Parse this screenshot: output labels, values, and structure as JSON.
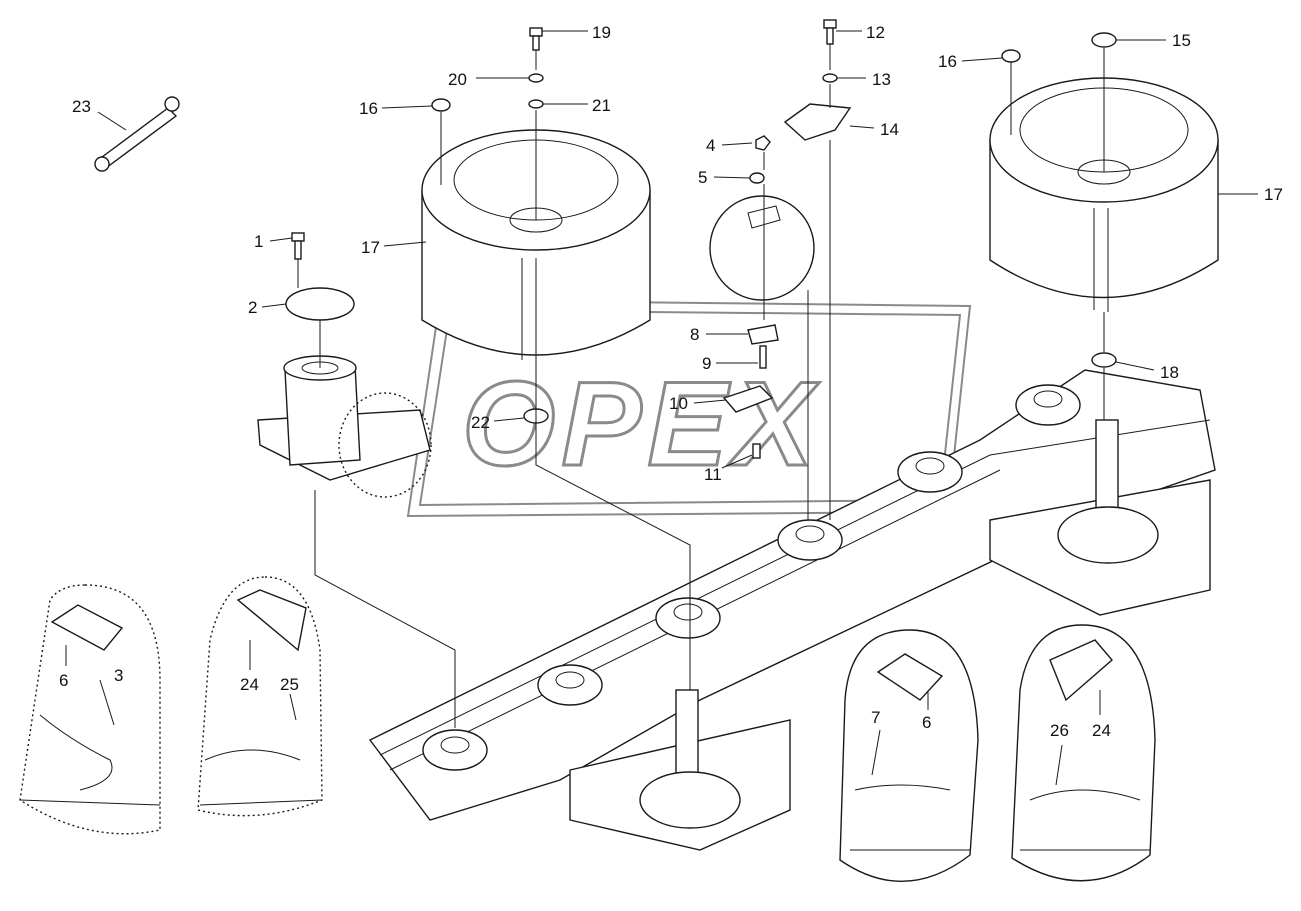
{
  "watermark": {
    "text": "OPEX"
  },
  "callouts": [
    {
      "id": "c1",
      "label": "1"
    },
    {
      "id": "c2",
      "label": "2"
    },
    {
      "id": "c3",
      "label": "3"
    },
    {
      "id": "c4",
      "label": "4"
    },
    {
      "id": "c5",
      "label": "5"
    },
    {
      "id": "c6a",
      "label": "6"
    },
    {
      "id": "c6b",
      "label": "6"
    },
    {
      "id": "c7",
      "label": "7"
    },
    {
      "id": "c8",
      "label": "8"
    },
    {
      "id": "c9",
      "label": "9"
    },
    {
      "id": "c10",
      "label": "10"
    },
    {
      "id": "c11",
      "label": "11"
    },
    {
      "id": "c12",
      "label": "12"
    },
    {
      "id": "c13",
      "label": "13"
    },
    {
      "id": "c14",
      "label": "14"
    },
    {
      "id": "c15",
      "label": "15"
    },
    {
      "id": "c16a",
      "label": "16"
    },
    {
      "id": "c16b",
      "label": "16"
    },
    {
      "id": "c17a",
      "label": "17"
    },
    {
      "id": "c17b",
      "label": "17"
    },
    {
      "id": "c18",
      "label": "18"
    },
    {
      "id": "c19",
      "label": "19"
    },
    {
      "id": "c20",
      "label": "20"
    },
    {
      "id": "c21",
      "label": "21"
    },
    {
      "id": "c22",
      "label": "22"
    },
    {
      "id": "c23",
      "label": "23"
    },
    {
      "id": "c24a",
      "label": "24"
    },
    {
      "id": "c24b",
      "label": "24"
    },
    {
      "id": "c25",
      "label": "25"
    },
    {
      "id": "c26",
      "label": "26"
    }
  ]
}
